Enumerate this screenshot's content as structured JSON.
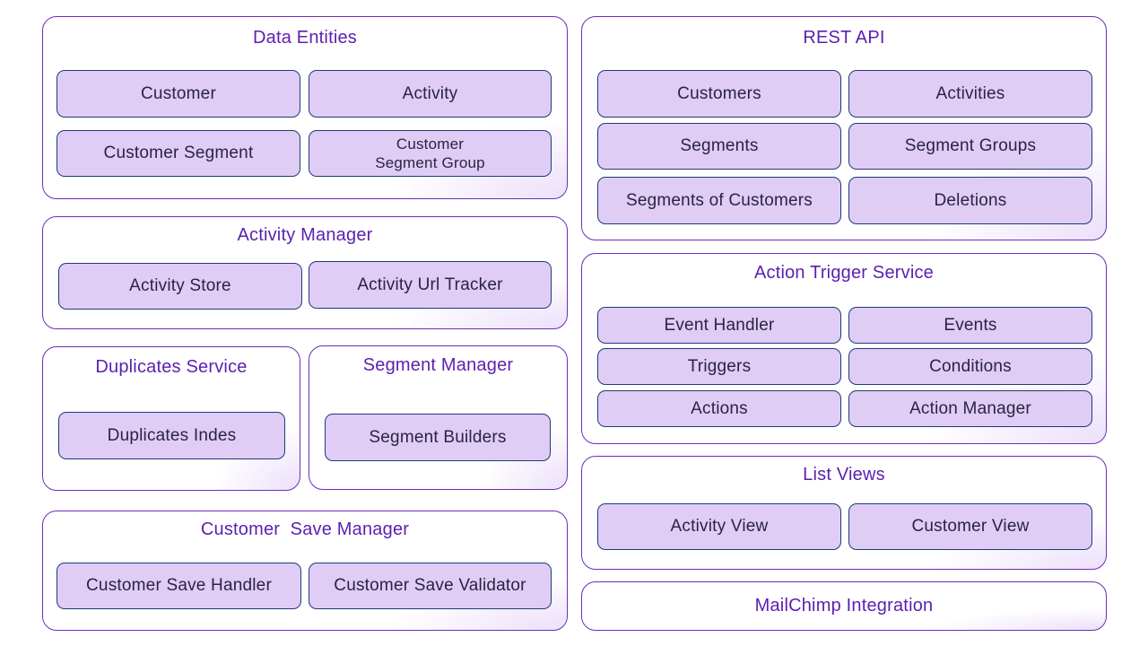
{
  "colors": {
    "panel_border": "#6a2fb5",
    "panel_title": "#5b1fb0",
    "box_fill": "#dfcdf5",
    "box_border": "#1f3a78",
    "box_text": "#2a2440"
  },
  "panels": {
    "data_entities": {
      "title": "Data Entities",
      "items": [
        "Customer",
        "Activity",
        "Customer Segment",
        "Customer\nSegment Group"
      ]
    },
    "activity_manager": {
      "title": "Activity Manager",
      "items": [
        "Activity Store",
        "Activity Url Tracker"
      ]
    },
    "duplicates_service": {
      "title": "Duplicates Service",
      "items": [
        "Duplicates Indes"
      ]
    },
    "segment_manager": {
      "title": "Segment Manager",
      "items": [
        "Segment Builders"
      ]
    },
    "customer_save_manager": {
      "title": "Customer  Save Manager",
      "items": [
        "Customer Save Handler",
        "Customer Save Validator"
      ]
    },
    "rest_api": {
      "title": "REST API",
      "items": [
        "Customers",
        "Activities",
        "Segments",
        "Segment Groups",
        "Segments of Customers",
        "Deletions"
      ]
    },
    "action_trigger_service": {
      "title": "Action Trigger Service",
      "items": [
        "Event Handler",
        "Events",
        "Triggers",
        "Conditions",
        "Actions",
        "Action Manager"
      ]
    },
    "list_views": {
      "title": "List Views",
      "items": [
        "Activity View",
        "Customer View"
      ]
    },
    "mailchimp_integration": {
      "title": "MailChimp Integration",
      "items": []
    }
  }
}
